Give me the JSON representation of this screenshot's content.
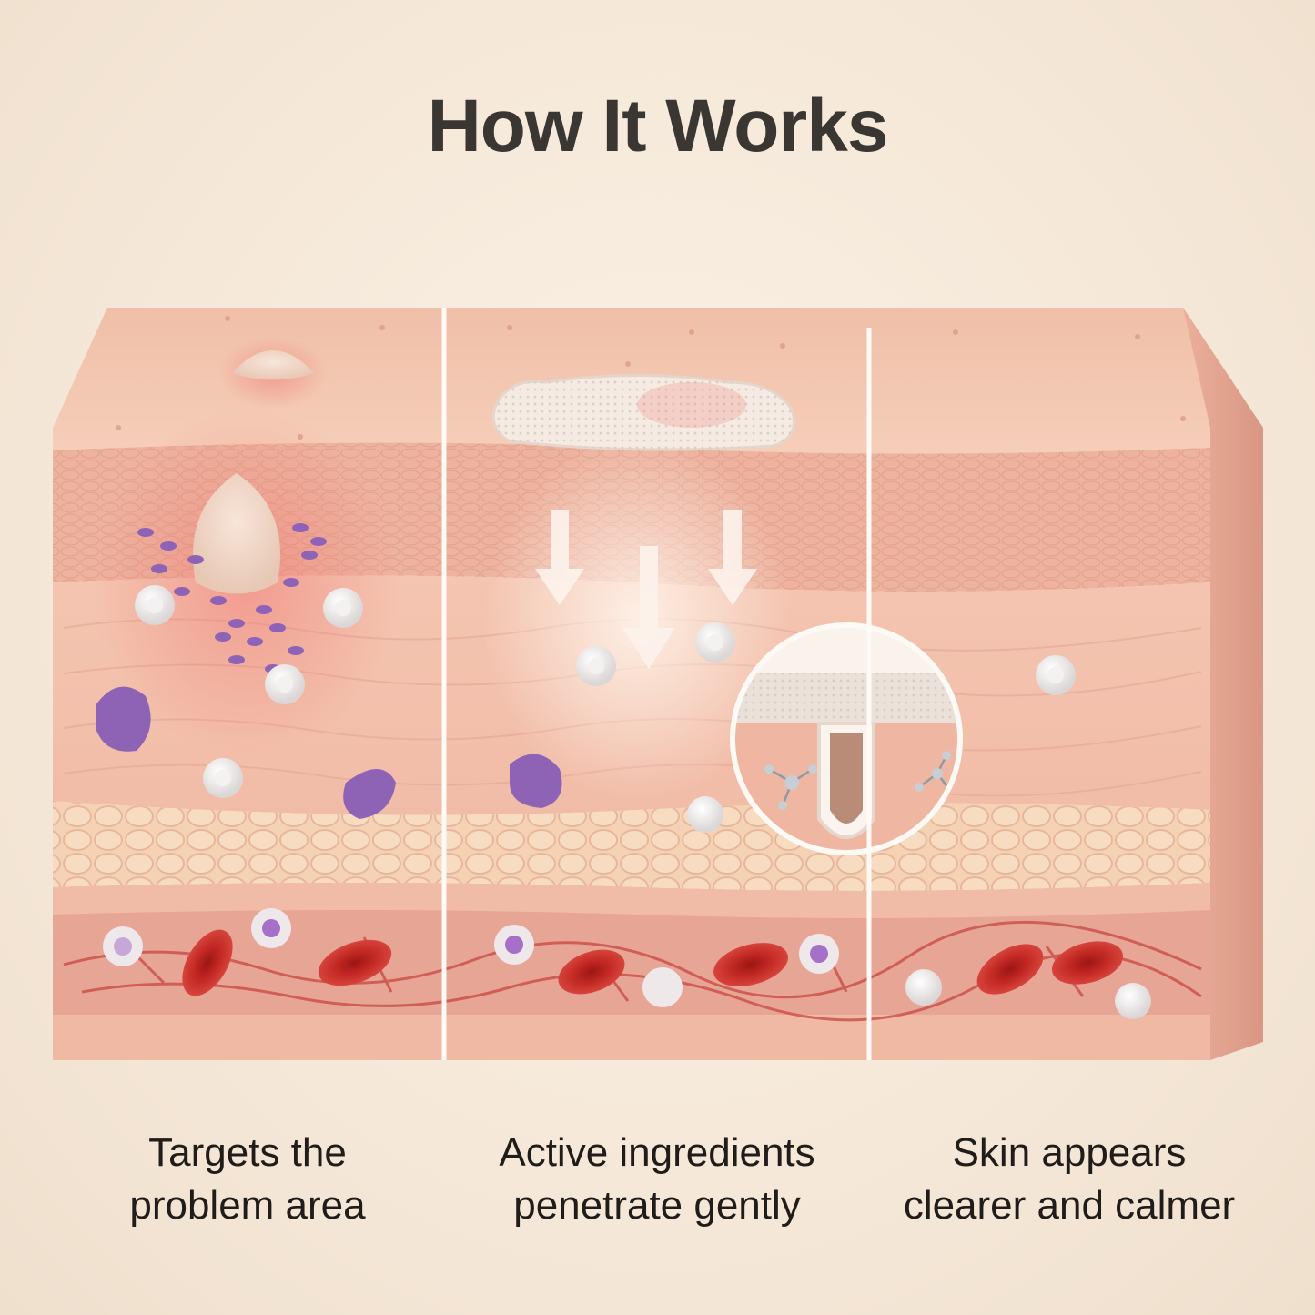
{
  "title": "How It Works",
  "steps": [
    {
      "line1": "Targets the",
      "line2": "problem area"
    },
    {
      "line1": "Active ingredients",
      "line2": "penetrate gently"
    },
    {
      "line1": "Skin appears",
      "line2": "clearer and calmer"
    }
  ],
  "colors": {
    "skin_top": "#f3c4ae",
    "skin_front": "#f1bda8",
    "epidermis": "#eeb39f",
    "fat": "#f6d2b5",
    "vessel_layer": "#e7a596",
    "blood_cell": "#c42a25",
    "bacteria": "#8e63b6",
    "divider": "#fffaf5",
    "title_text": "#3a3632"
  }
}
